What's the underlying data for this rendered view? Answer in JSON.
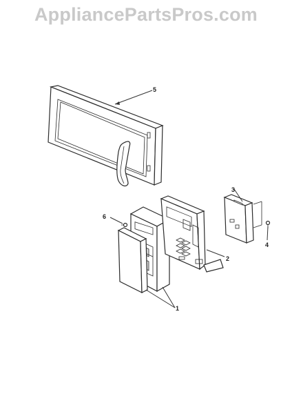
{
  "watermark": {
    "text": "AppliancePartsPros.com"
  },
  "callouts": [
    {
      "id": "1",
      "label": "1"
    },
    {
      "id": "2",
      "label": "2"
    },
    {
      "id": "3",
      "label": "3"
    },
    {
      "id": "4",
      "label": "4"
    },
    {
      "id": "5",
      "label": "5"
    },
    {
      "id": "6",
      "label": "6"
    }
  ],
  "colors": {
    "watermark": "#c9c9c9",
    "lines": "#2a2a2a",
    "background": "#ffffff"
  }
}
